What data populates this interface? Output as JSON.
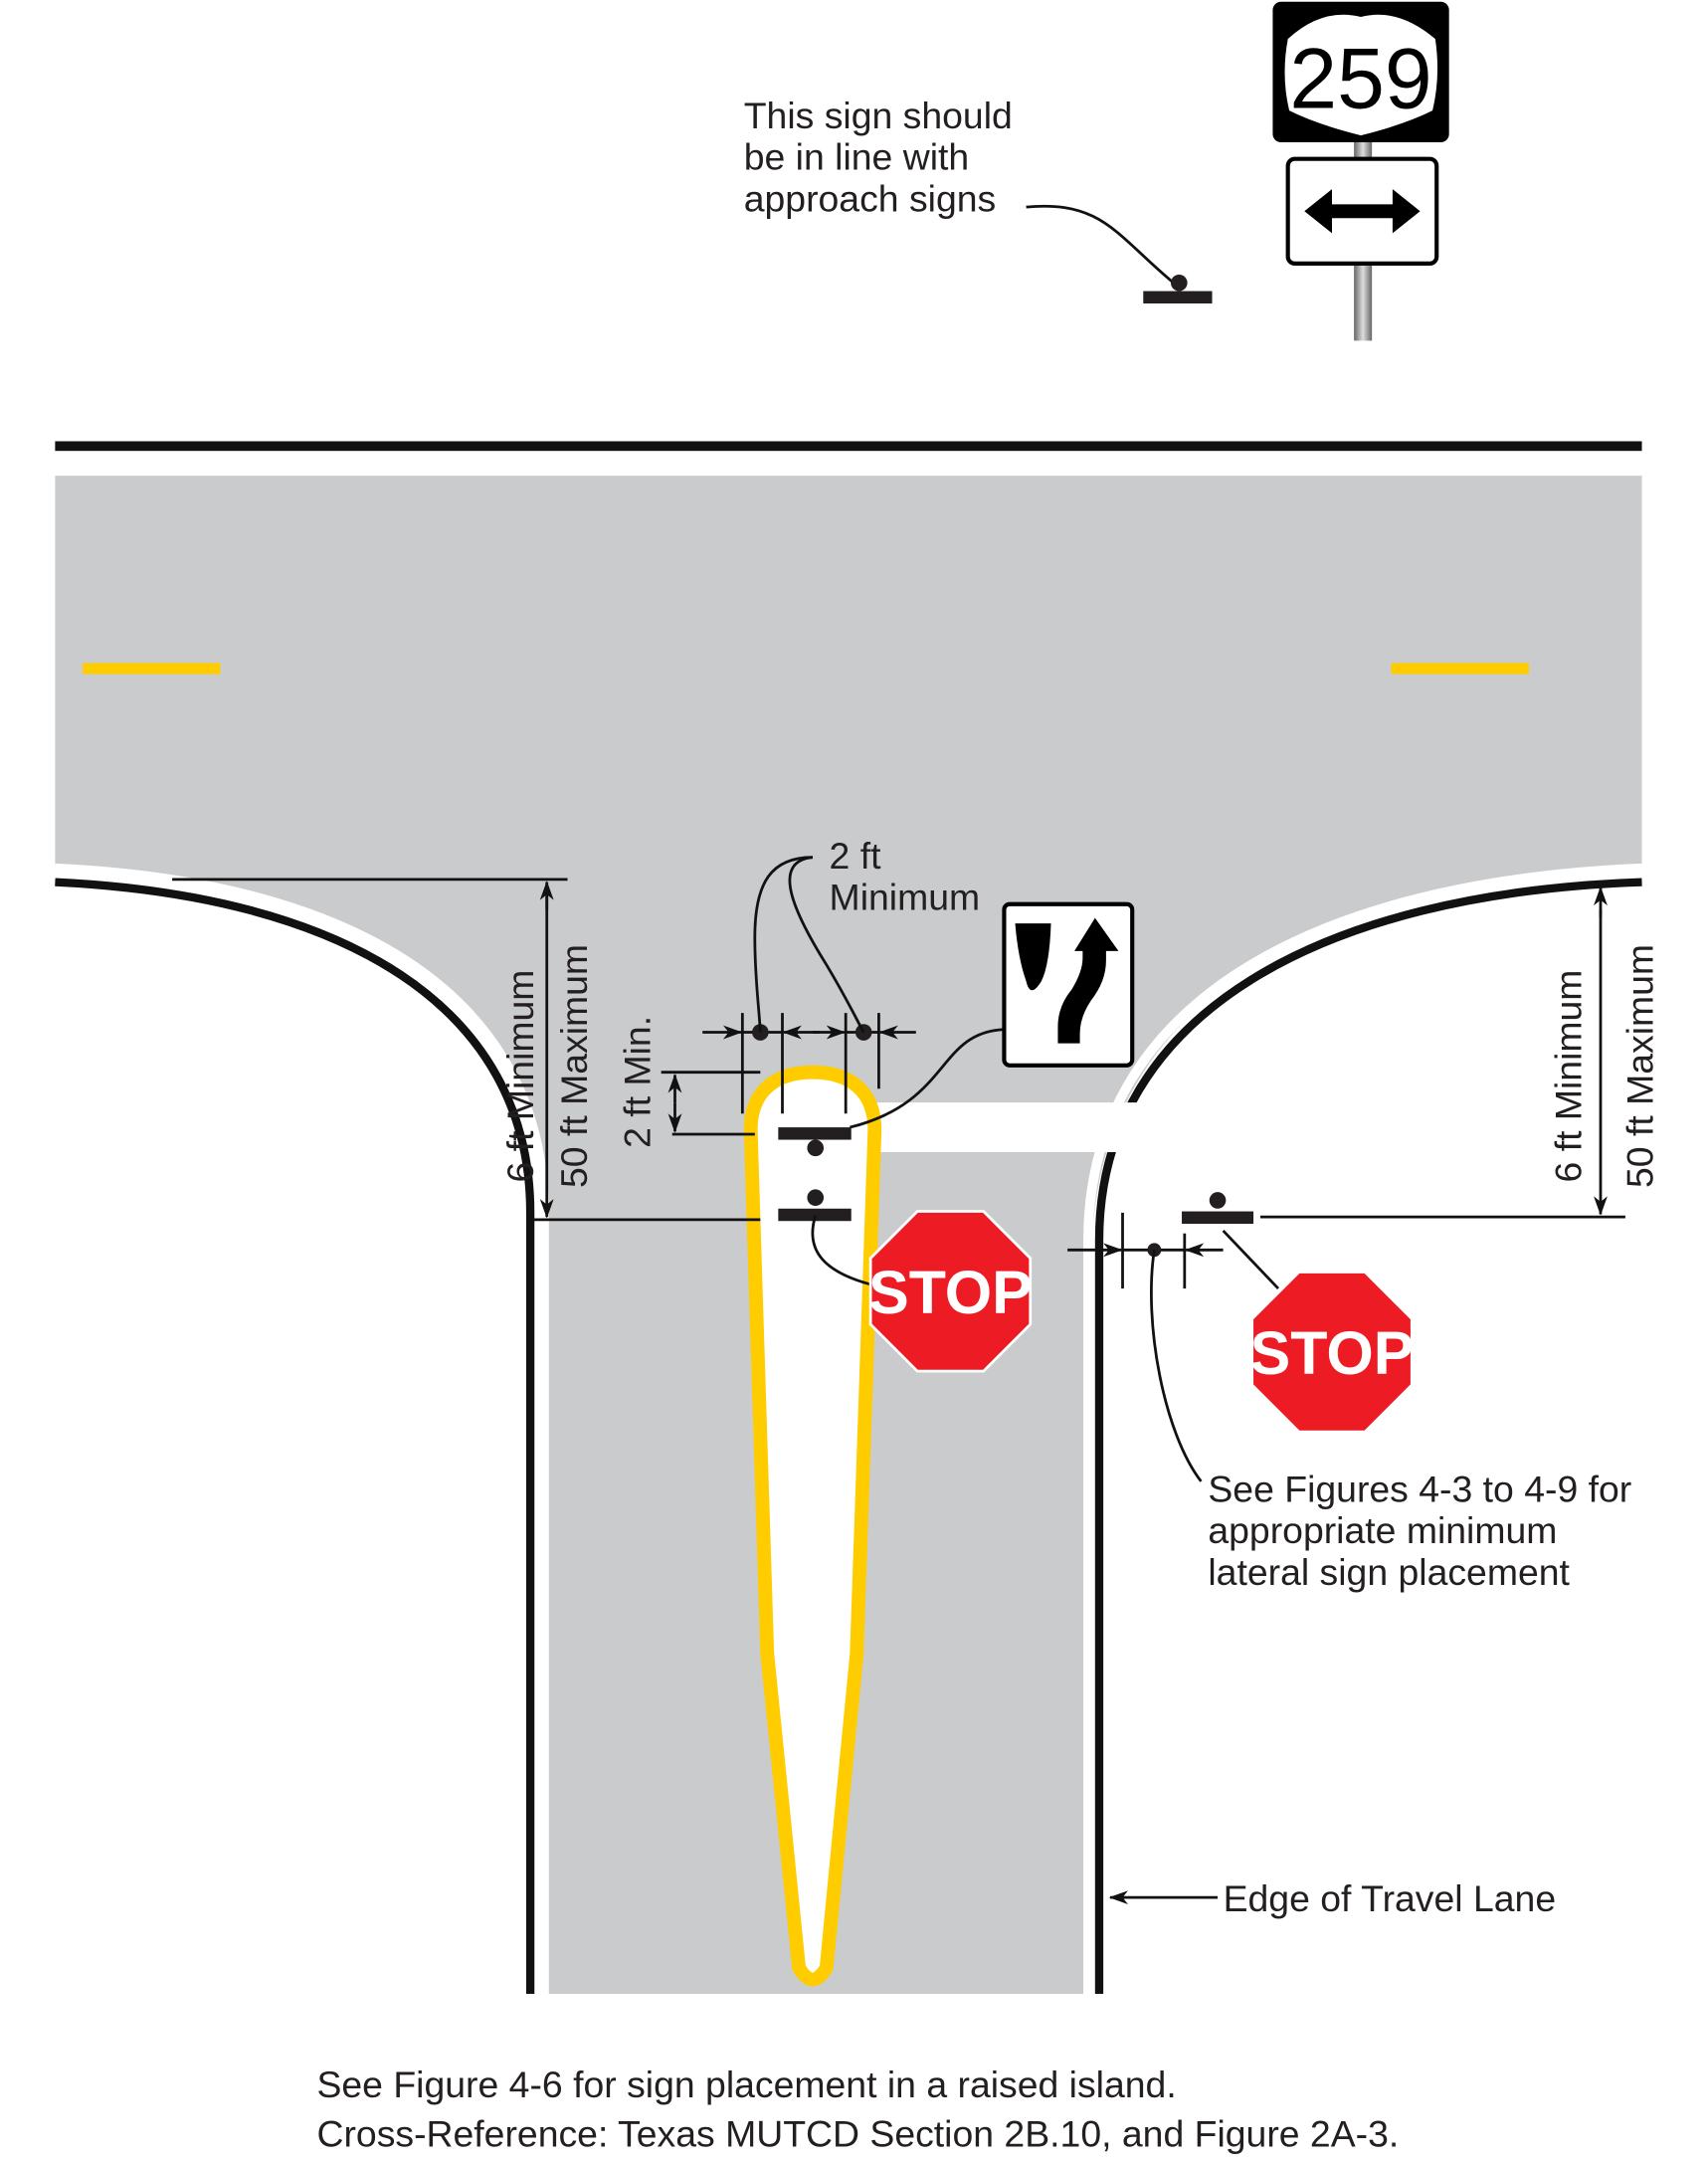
{
  "top_note": {
    "lines": [
      "This sign should",
      "be in line with",
      "approach signs"
    ]
  },
  "route_shield": {
    "number": "259"
  },
  "dimensions": {
    "left_min": "6 ft  Minimum",
    "left_max": "50 ft  Maximum",
    "island_setback": "2 ft  Min.",
    "lateral_top": [
      "2 ft",
      "Minimum"
    ],
    "right_min": "6 ft  Minimum",
    "right_max": "50 ft  Maximum"
  },
  "stop_signs": {
    "left": "STOP",
    "right": "STOP"
  },
  "lateral_note": {
    "lines": [
      "See Figures 4-3 to 4-9 for",
      "appropriate minimum",
      "lateral sign placement"
    ]
  },
  "edge_label": "Edge of Travel Lane",
  "footer": {
    "lines": [
      "See Figure 4-6 for sign placement in a raised island.",
      "Cross-Reference: Texas MUTCD Section 2B.10, and Figure 2A-3."
    ]
  },
  "colors": {
    "road": "#cacbcd",
    "yellow": "#ffcc00",
    "stop_red": "#ed1c24",
    "ink": "#231f20"
  }
}
